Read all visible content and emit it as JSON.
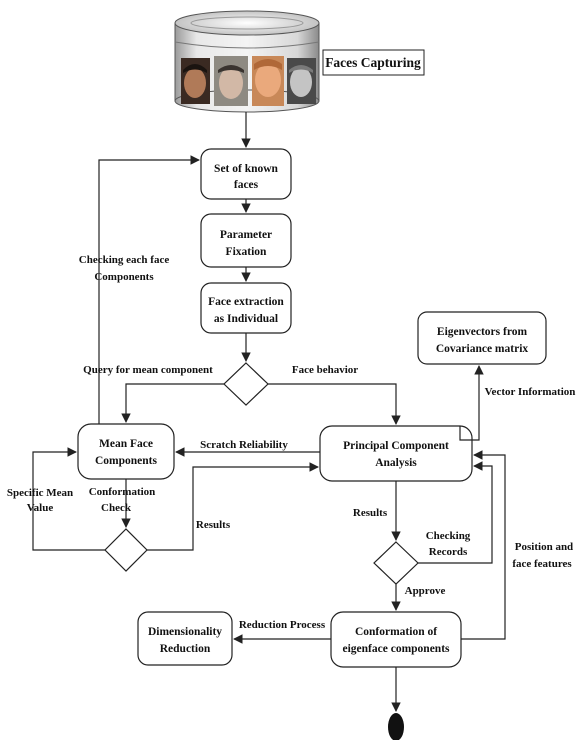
{
  "header": {
    "title": "Faces Capturing"
  },
  "nodes": {
    "known_faces": [
      "Set of known",
      "faces"
    ],
    "parameter_fixation": [
      "Parameter",
      "Fixation"
    ],
    "face_extraction": [
      "Face extraction",
      "as Individual"
    ],
    "eigenvectors": [
      "Eigenvectors from",
      "Covariance matrix"
    ],
    "mean_face": [
      "Mean Face",
      "Components"
    ],
    "pca": [
      "Principal Component",
      "Analysis"
    ],
    "conformation_eigen": [
      "Conformation of",
      "eigenface components"
    ],
    "dimensionality": [
      "Dimensionality",
      "Reduction"
    ]
  },
  "edge_labels": {
    "checking_components": [
      "Checking each face",
      "Components"
    ],
    "query_mean": "Query for mean component",
    "face_behavior": "Face behavior",
    "vector_info": "Vector Information",
    "scratch": "Scratch Reliability",
    "specific_mean": [
      "Specific Mean",
      "Value"
    ],
    "conformation_check": [
      "Conformation",
      "Check"
    ],
    "results_left": "Results",
    "results_pca": "Results",
    "checking_records": [
      "Checking",
      "Records"
    ],
    "position_features": [
      "Position and",
      "face features"
    ],
    "approve": "Approve",
    "reduction_process": "Reduction Process"
  },
  "icons": {
    "faces": [
      "face-photo-1",
      "face-photo-2",
      "face-photo-3",
      "face-photo-4"
    ]
  },
  "colors": {
    "stroke": "#222222",
    "background": "#ffffff"
  }
}
